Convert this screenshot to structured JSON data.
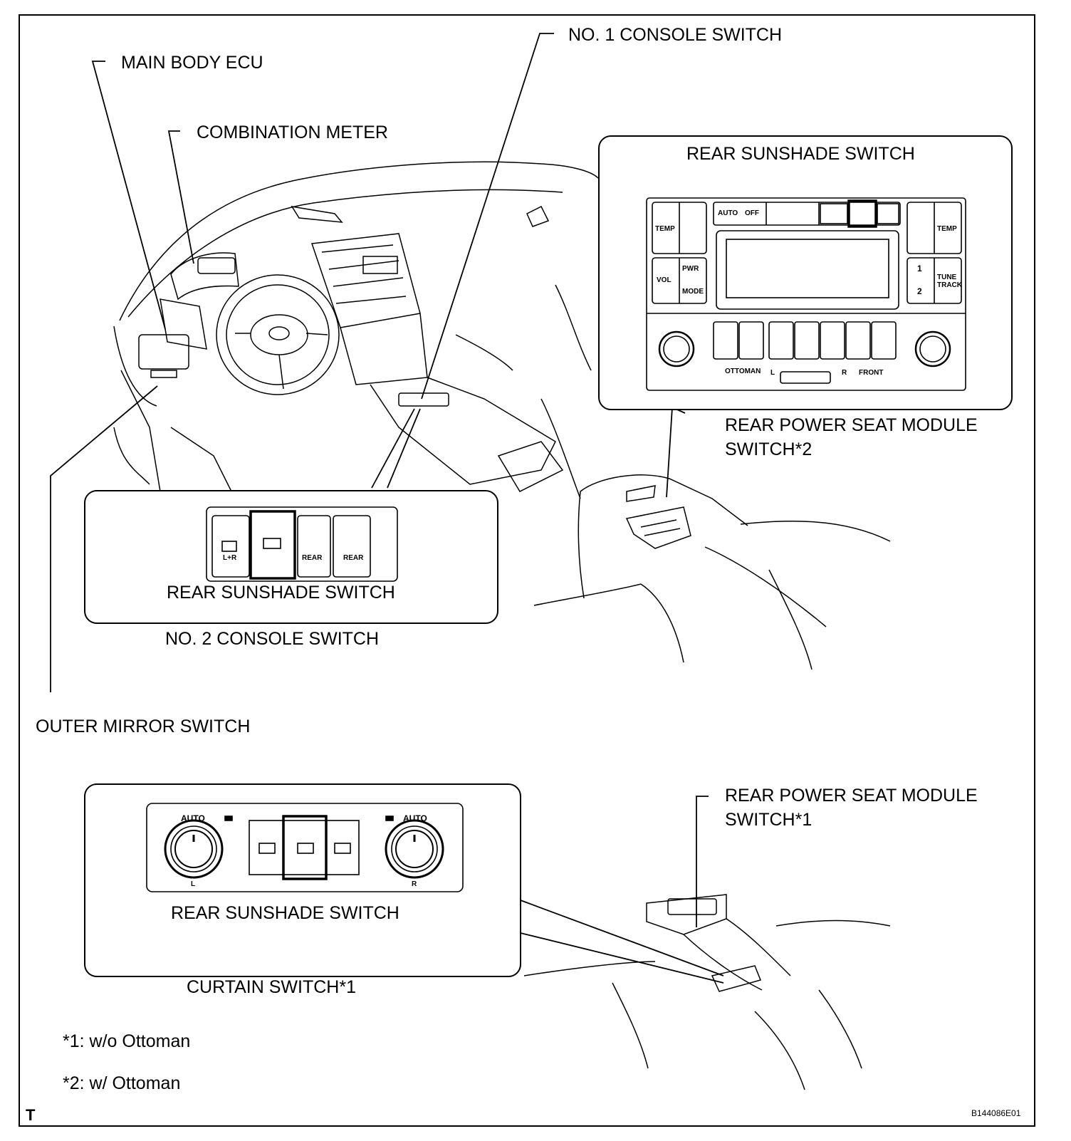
{
  "labels": {
    "main_body_ecu": "MAIN BODY ECU",
    "combination_meter": "COMBINATION METER",
    "no1_console_switch": "NO. 1 CONSOLE SWITCH",
    "rear_sunshade_switch_top": "REAR SUNSHADE SWITCH",
    "rear_power_seat_module_switch_2": "REAR POWER SEAT MODULE\nSWITCH*2",
    "rear_sunshade_switch_mid": "REAR SUNSHADE SWITCH",
    "no2_console_switch": "NO. 2 CONSOLE SWITCH",
    "outer_mirror_switch": "OUTER MIRROR SWITCH",
    "rear_power_seat_module_switch_1": "REAR POWER SEAT MODULE\nSWITCH*1",
    "rear_sunshade_switch_bottom": "REAR SUNSHADE SWITCH",
    "curtain_switch_1": "CURTAIN SWITCH*1"
  },
  "footnotes": {
    "note1": "*1: w/o Ottoman",
    "note2": "*2: w/ Ottoman"
  },
  "corner_mark": "T",
  "figure_code": "B144086E01",
  "panel_top_text": {
    "auto": "AUTO",
    "off": "OFF",
    "temp": "TEMP",
    "vol": "VOL",
    "pwr": "PWR",
    "mode": "MODE",
    "tune_track": "TUNE\nTRACK",
    "one": "1",
    "two": "2",
    "ottoman": "OTTOMAN",
    "front": "FRONT",
    "l": "L",
    "r": "R"
  },
  "panel_mid_text": {
    "lr": "L+R",
    "rear_a": "REAR",
    "rear_b": "REAR"
  },
  "panel_bottom_text": {
    "auto_l": "AUTO",
    "auto_r": "AUTO",
    "l": "L",
    "r": "R"
  }
}
